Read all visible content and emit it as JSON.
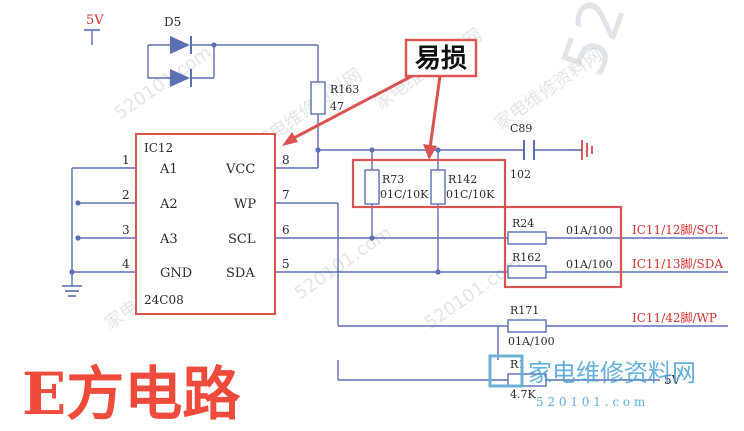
{
  "colors": {
    "wire": "#5b6fb3",
    "box": "#d9534f",
    "label_red": "#d73030",
    "text": "#2a2a2a",
    "callout_bg": "#ffffff"
  },
  "power": {
    "vcc5": "5V"
  },
  "diode": {
    "ref": "D5"
  },
  "resistors": {
    "r163": {
      "ref": "R163",
      "value": "47"
    },
    "r73": {
      "ref": "R73",
      "value": "01C/10K"
    },
    "r142": {
      "ref": "R142",
      "value": "01C/10K"
    },
    "r24": {
      "ref": "R24",
      "value": "01A/100"
    },
    "r162": {
      "ref": "R162",
      "value": "01A/100"
    },
    "r171": {
      "ref": "R171",
      "value": "01A/100"
    },
    "r1x": {
      "ref": "R1",
      "value": "4.7K"
    }
  },
  "capacitor": {
    "ref": "C89",
    "value": "102"
  },
  "ic": {
    "ref": "IC12",
    "part": "24C08",
    "left_pins": [
      {
        "num": "1",
        "name": "A1"
      },
      {
        "num": "2",
        "name": "A2"
      },
      {
        "num": "3",
        "name": "A3"
      },
      {
        "num": "4",
        "name": "GND"
      }
    ],
    "right_pins": [
      {
        "num": "8",
        "name": "VCC"
      },
      {
        "num": "7",
        "name": "WP"
      },
      {
        "num": "6",
        "name": "SCL"
      },
      {
        "num": "5",
        "name": "SDA"
      }
    ]
  },
  "nets": {
    "scl": "IC11/12脚/SCL",
    "sda": "IC11/13脚/SDA",
    "wp": "IC11/42脚/WP",
    "v5_tail": "5V"
  },
  "callout": {
    "text": "易损"
  },
  "caption": {
    "text": "E方电路"
  },
  "watermark": {
    "site": "家电维修资料网",
    "url": "520101.com",
    "logo_text": "家电维修资料网",
    "logo_url": "5 2 0 1 0 1 . c o m"
  }
}
